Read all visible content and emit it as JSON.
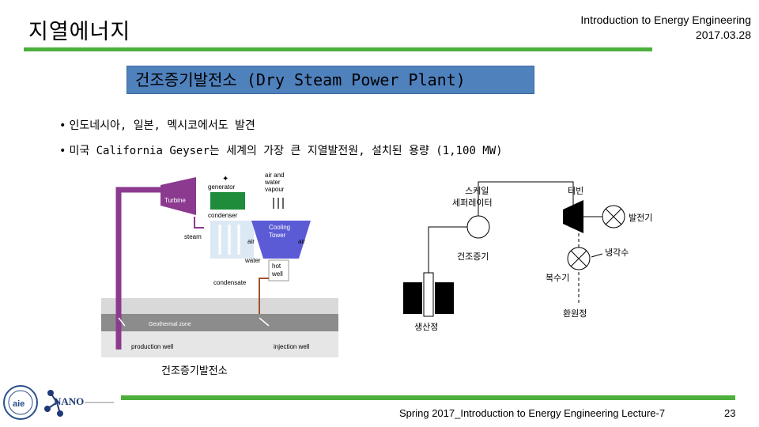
{
  "header": {
    "title": "지열에너지",
    "course": "Introduction to Energy Engineering",
    "date": "2017.03.28"
  },
  "section_title": "건조증기발전소 (Dry Steam Power Plant)",
  "bullets": [
    "인도네시아, 일본, 멕시코에서도 발견",
    "미국 California Geyser는 세계의 가장 큰 지열발전원, 설치된 용량 (1,100 MW)"
  ],
  "bullet_glyph": "•",
  "figure_left": {
    "labels": {
      "turbine": "Turbine",
      "generator": "generator",
      "air_water_vapour_1": "air and",
      "air_water_vapour_2": "water",
      "air_water_vapour_3": "vapour",
      "condenser": "condenser",
      "steam": "steam",
      "air_left": "air",
      "air_right": "air",
      "cooling_1": "Cooling",
      "cooling_2": "Tower",
      "water": "water",
      "hot_1": "hot",
      "hot_2": "well",
      "condensate": "condensate",
      "geothermal_zone": "Geothermal zone",
      "production_well": "production well",
      "injection_well": "injection well"
    },
    "caption": "건조증기발전소"
  },
  "figure_right": {
    "labels": {
      "scale_sep_1": "스케일",
      "scale_sep_2": "세퍼레이터",
      "turbine": "터빈",
      "generator": "발전기",
      "dry_steam": "건조증기",
      "coolant": "냉각수",
      "condenser": "복수기",
      "production_well": "생산정",
      "reinjection_well": "환원정"
    }
  },
  "footer": {
    "text": "Spring 2017_Introduction to Energy Engineering Lecture-7",
    "page": "23",
    "logo1_text": "aie",
    "logo2_text": "NANO"
  },
  "colors": {
    "accent_green": "#4caf3c",
    "section_blue": "#4f81bd",
    "pipe_purple": "#8b3a8f",
    "tower_blue": "#5b5bd6",
    "generator_green": "#1e8c3a"
  }
}
